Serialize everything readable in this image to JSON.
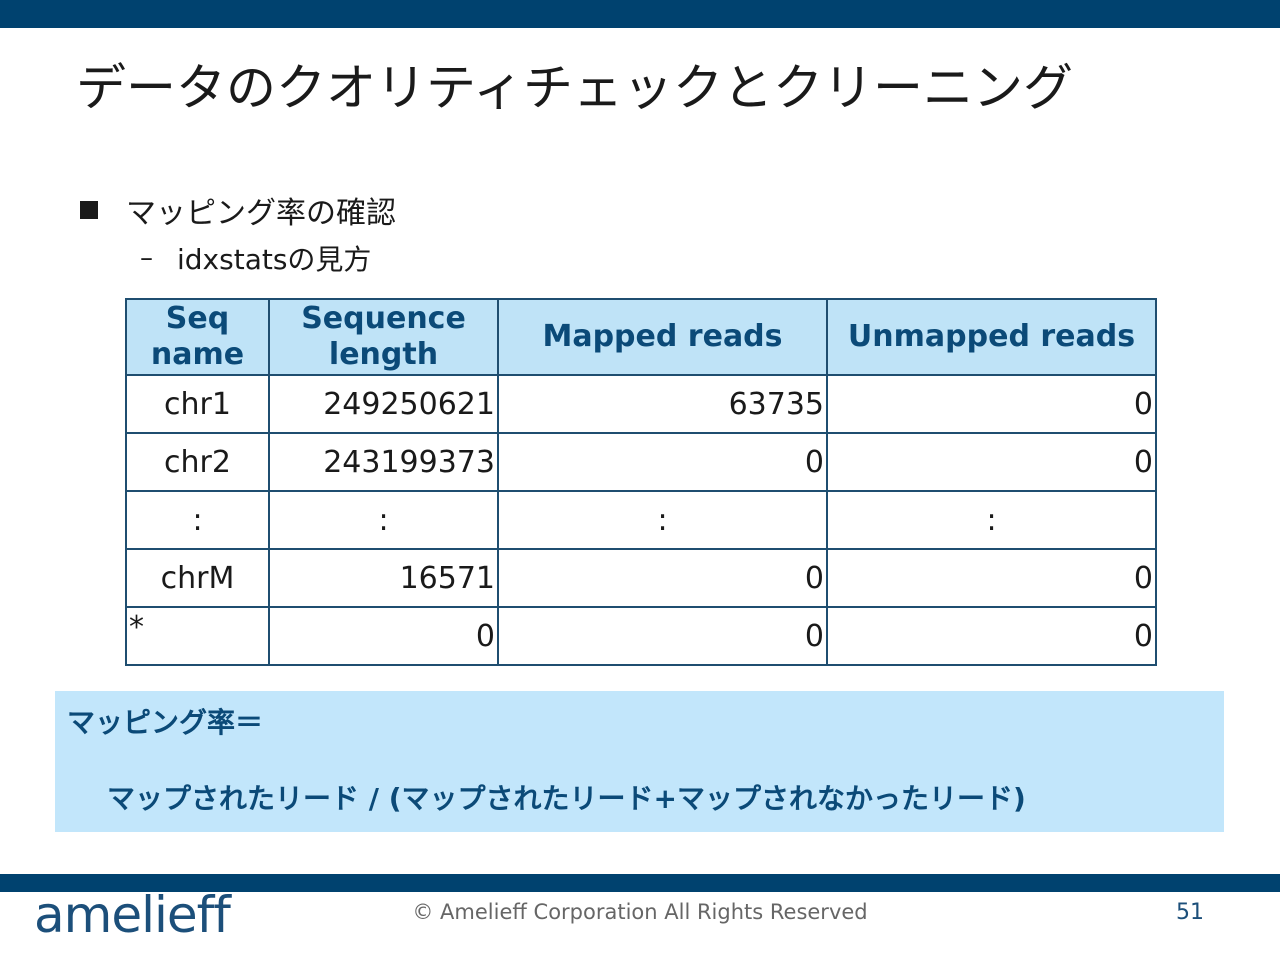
{
  "slide": {
    "title": "データのクオリティチェックとクリーニング",
    "bullet1": "マッピング率の確認",
    "bullet2_dash": "–",
    "bullet2": "idxstatsの見方"
  },
  "table": {
    "headers": [
      "Seq name",
      "Sequence length",
      "Mapped reads",
      "Unmapped reads"
    ],
    "rows": [
      [
        "chr1",
        "249250621",
        "63735",
        "0"
      ],
      [
        "chr2",
        "243199373",
        "0",
        "0"
      ],
      [
        ":",
        ":",
        ":",
        ":"
      ],
      [
        "chrM",
        "16571",
        "0",
        "0"
      ],
      [
        "*",
        "0",
        "0",
        "0"
      ]
    ]
  },
  "formula": {
    "label": "マッピング率＝",
    "body": "マップされたリード / (マップされたリード+マップされなかったリード)"
  },
  "footer": {
    "logo": "amelieff",
    "copyright": "© Amelieff Corporation All Rights Reserved",
    "page_number": "51"
  },
  "colors": {
    "brand_navy": "#00426f",
    "header_fill": "#bfe3f7",
    "formula_fill": "#c2e6fb",
    "header_text": "#0b4a78"
  }
}
